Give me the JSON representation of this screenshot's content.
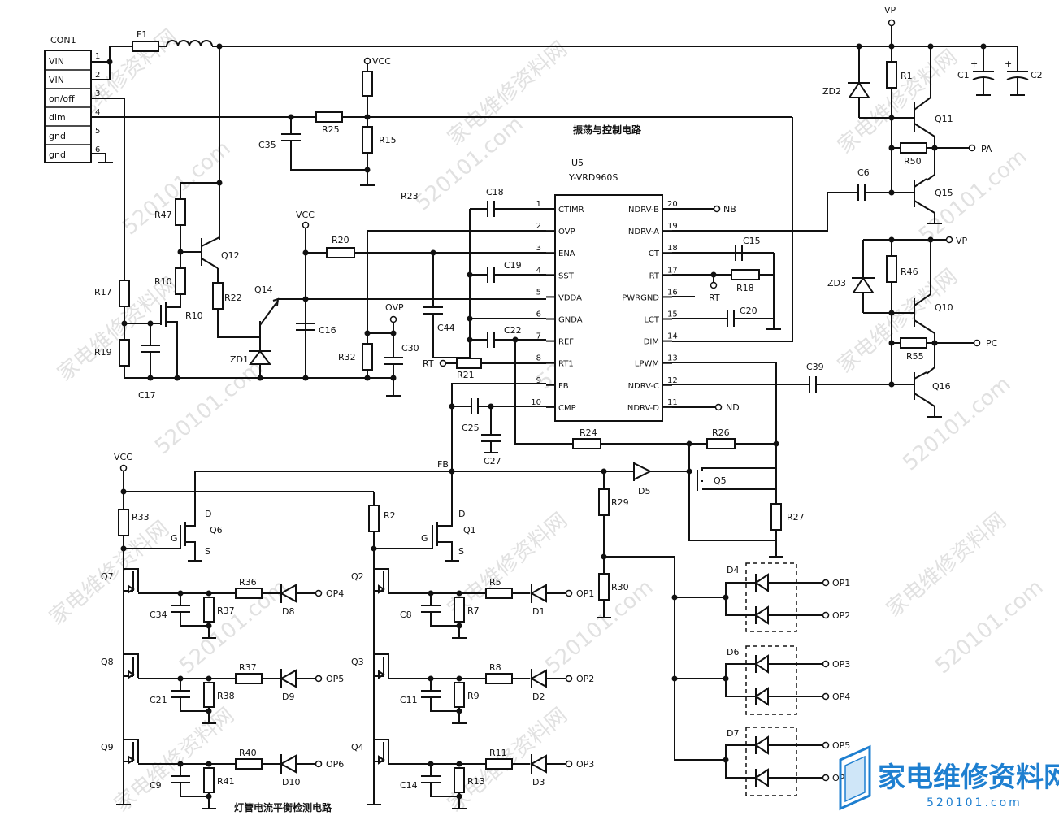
{
  "connector": {
    "name": "CON1",
    "pins": [
      {
        "label": "VIN",
        "num": "1"
      },
      {
        "label": "VIN",
        "num": "2"
      },
      {
        "label": "on/off",
        "num": "3"
      },
      {
        "label": "dim",
        "num": "4"
      },
      {
        "label": "gnd",
        "num": "5"
      },
      {
        "label": "gnd",
        "num": "6"
      }
    ]
  },
  "ic": {
    "ref": "U5",
    "part": "Y-VRD960S",
    "left_pins": [
      {
        "num": "1",
        "name": "CTIMR"
      },
      {
        "num": "2",
        "name": "OVP"
      },
      {
        "num": "3",
        "name": "ENA"
      },
      {
        "num": "4",
        "name": "SST"
      },
      {
        "num": "5",
        "name": "VDDA"
      },
      {
        "num": "6",
        "name": "GNDA"
      },
      {
        "num": "7",
        "name": "REF"
      },
      {
        "num": "8",
        "name": "RT1"
      },
      {
        "num": "9",
        "name": "FB"
      },
      {
        "num": "10",
        "name": "CMP"
      }
    ],
    "right_pins": [
      {
        "num": "20",
        "name": "NDRV-B"
      },
      {
        "num": "19",
        "name": "NDRV-A"
      },
      {
        "num": "18",
        "name": "CT"
      },
      {
        "num": "17",
        "name": "RT"
      },
      {
        "num": "16",
        "name": "PWRGND"
      },
      {
        "num": "15",
        "name": "LCT"
      },
      {
        "num": "14",
        "name": "DIM"
      },
      {
        "num": "13",
        "name": "LPWM"
      },
      {
        "num": "12",
        "name": "NDRV-C"
      },
      {
        "num": "11",
        "name": "NDRV-D"
      }
    ]
  },
  "section_titles": {
    "oscillator": "振荡与控制电路",
    "balance": "灯管电流平衡检测电路"
  },
  "nets": {
    "vcc": "VCC",
    "vp": "VP",
    "ovp": "OVP",
    "fb": "FB",
    "rt": "RT",
    "nb": "NB",
    "nd": "ND",
    "pa": "PA",
    "pc": "PC",
    "op1": "OP1",
    "op2": "OP2",
    "op3": "OP3",
    "op4": "OP4",
    "op5": "OP5",
    "op6": "OP6"
  },
  "refs": {
    "F1": "F1",
    "R25": "R25",
    "R15": "R15",
    "C35": "C35",
    "R23": "R23",
    "R47": "R47",
    "Q12": "Q12",
    "R10a": "R10",
    "R10b": "R10",
    "R22": "R22",
    "Q14": "Q14",
    "ZD1": "ZD1",
    "R17": "R17",
    "R19": "R19",
    "C17": "C17",
    "R20": "R20",
    "C16": "C16",
    "R32": "R32",
    "C30": "C30",
    "C18": "C18",
    "C19": "C19",
    "C44": "C44",
    "C22": "C22",
    "R21": "R21",
    "C25": "C25",
    "C27": "C27",
    "C15": "C15",
    "R18": "R18",
    "C20": "C20",
    "C6": "C6",
    "C39": "C39",
    "R24": "R24",
    "R26": "R26",
    "D5": "D5",
    "Q5": "Q5",
    "R27": "R27",
    "R29": "R29",
    "R30": "R30",
    "ZD2": "ZD2",
    "R1": "R1",
    "C1": "C1",
    "C2": "C2",
    "Q11": "Q11",
    "R50": "R50",
    "Q15": "Q15",
    "ZD3": "ZD3",
    "R46": "R46",
    "Q10": "Q10",
    "R55": "R55",
    "Q16": "Q16",
    "R33": "R33",
    "Q6": "Q6",
    "R2": "R2",
    "Q1": "Q1",
    "Q7": "Q7",
    "Q8": "Q8",
    "Q9": "Q9",
    "Q2": "Q2",
    "Q3": "Q3",
    "Q4": "Q4",
    "R36": "R36",
    "R37a": "R37",
    "R37b": "R37",
    "R38": "R38",
    "R40": "R40",
    "R41": "R41",
    "C34": "C34",
    "C21": "C21",
    "C9": "C9",
    "D8": "D8",
    "D9": "D9",
    "D10": "D10",
    "R5": "R5",
    "R7": "R7",
    "R8": "R8",
    "R9": "R9",
    "R11": "R11",
    "R13": "R13",
    "C8": "C8",
    "C11": "C11",
    "C14": "C14",
    "D1": "D1",
    "D2": "D2",
    "D3": "D3",
    "D4": "D4",
    "D6": "D6",
    "D7": "D7",
    "G": "G",
    "D": "D",
    "S": "S"
  },
  "watermarks": [
    "家电维修资料网",
    "520101.com"
  ],
  "logo": {
    "title": "家电维修资料网",
    "url": "520101.com"
  }
}
